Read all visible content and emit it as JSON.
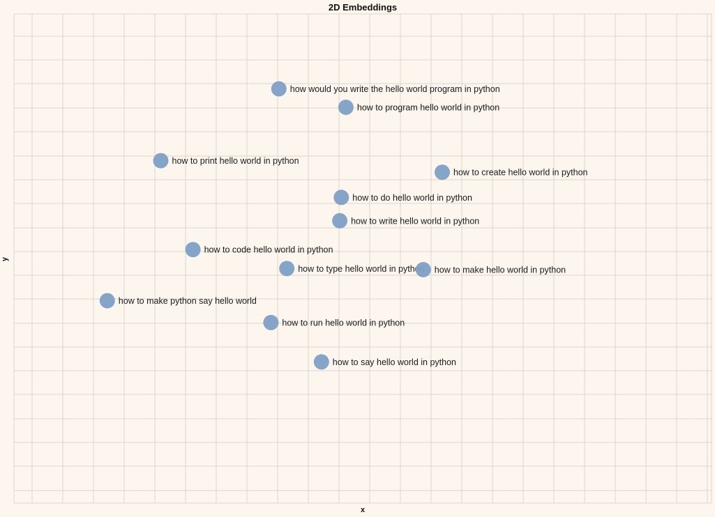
{
  "chart_data": {
    "type": "scatter",
    "title": "2D Embeddings",
    "xlabel": "x",
    "ylabel": "y",
    "grid": true,
    "points": [
      {
        "label": "how would you write the hello world program in python",
        "x": 8.66,
        "y": 9.13
      },
      {
        "label": "how to program hello world in python",
        "x": 10.85,
        "y": 8.3
      },
      {
        "label": "how to print hello world in python",
        "x": 4.8,
        "y": 5.9
      },
      {
        "label": "how to create hello world in python",
        "x": 14.0,
        "y": 5.38
      },
      {
        "label": "how to do hello world in python",
        "x": 10.7,
        "y": 4.25
      },
      {
        "label": "how to write hello world in python",
        "x": 10.65,
        "y": 3.2
      },
      {
        "label": "how to code hello world in python",
        "x": 5.85,
        "y": 1.9
      },
      {
        "label": "how to type hello world in python",
        "x": 8.92,
        "y": 1.05
      },
      {
        "label": "how to make hello world in python",
        "x": 13.38,
        "y": 1.0
      },
      {
        "label": "how to make python say hello world",
        "x": 3.05,
        "y": -0.4
      },
      {
        "label": "how to run hello world in python",
        "x": 8.4,
        "y": -1.38
      },
      {
        "label": "how to say hello world in python",
        "x": 10.05,
        "y": -3.15
      }
    ],
    "point_color": "#7f9fc4"
  }
}
